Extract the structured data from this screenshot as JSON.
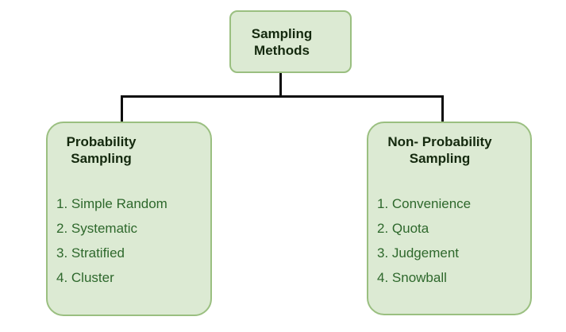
{
  "diagram": {
    "root": {
      "title": "Sampling\nMethods"
    },
    "branches": [
      {
        "title": "Probability\nSampling",
        "items": [
          "1. Simple Random",
          "2. Systematic",
          "3. Stratified",
          "4. Cluster"
        ]
      },
      {
        "title": "Non- Probability\nSampling",
        "items": [
          "1. Convenience",
          "2. Quota",
          "3. Judgement",
          "4. Snowball"
        ]
      }
    ],
    "colors": {
      "background": "#ffffff",
      "box_fill": "#dcead3",
      "box_border": "#9abf80",
      "title_text": "#14290e",
      "item_text": "#2e682c",
      "connector": "#0d0d0d"
    }
  }
}
